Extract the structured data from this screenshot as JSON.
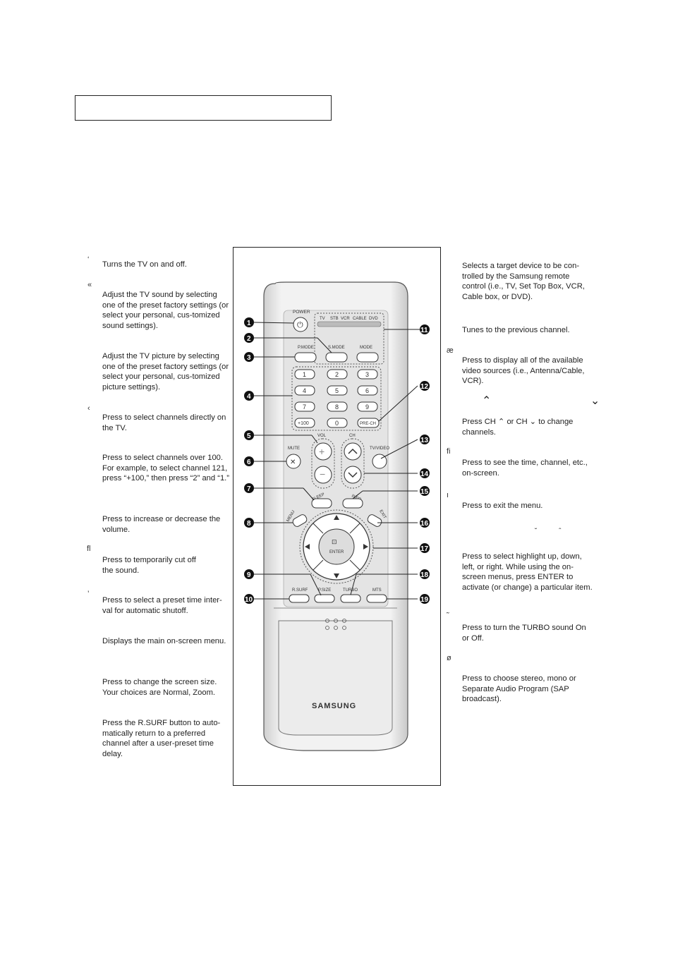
{
  "left_column": [
    {
      "mark": "‘",
      "text": "Turns the TV on and off."
    },
    {
      "mark": "«",
      "text": "Adjust the TV sound by selecting one of the preset factory settings (or select your personal, cus-tomized sound settings)."
    },
    {
      "mark": "",
      "text": "Adjust the TV picture by selecting one of the preset factory settings (or select your personal, cus-tomized picture settings)."
    },
    {
      "mark": "‹",
      "text": "Press to select channels directly on the TV."
    },
    {
      "mark": "",
      "text": "Press to select channels over 100. For example, to select channel 121, press “+100,” then press “2” and “1.”"
    },
    {
      "mark": "",
      "text": "Press to increase or decrease the volume."
    },
    {
      "mark": "ﬂ",
      "text": "Press to temporarily cut off the sound."
    },
    {
      "mark": "’",
      "text": "Press to select a preset time inter-val for automatic shutoff."
    },
    {
      "mark": "",
      "text": "Displays the main on-screen menu."
    },
    {
      "mark": "",
      "text": "Press to change the screen size. Your choices are Normal, Zoom."
    },
    {
      "mark": "",
      "text": "Press the R.SURF button to auto-matically return to a preferred channel after a user-preset time delay."
    }
  ],
  "right_column": [
    {
      "mark": "",
      "text": "Selects a target device to be con-trolled by the Samsung remote control (i.e., TV, Set Top Box, VCR, Cable box, or DVD)."
    },
    {
      "mark": "",
      "text": "Tunes to the previous channel."
    },
    {
      "mark": "æ",
      "text": "Press to display all of the available video sources (i.e., Antenna/Cable, VCR)."
    },
    {
      "mark": "",
      "text": "Press CH ⌃ or CH ⌄ to change channels."
    },
    {
      "mark": "ﬁ",
      "text": "Press to see the time, channel, etc., on-screen."
    },
    {
      "mark": "ı",
      "text": "Press to exit the menu."
    },
    {
      "mark": "",
      "text": "Press to select highlight up, down, left, or right. While using the on-screen menus, press ENTER to activate (or change) a particular item."
    },
    {
      "mark": "˜",
      "text": "Press to turn the TURBO sound On or Off."
    },
    {
      "mark": "ø",
      "text": "Press to choose stereo, mono or Separate Audio Program (SAP broadcast)."
    }
  ],
  "chevrons_line": "⌃ ⌄",
  "tiny_marks": "˘ ˆ",
  "remote": {
    "power_label": "POWER",
    "device_modes": [
      "TV",
      "STB",
      "VCR",
      "CABLE",
      "DVD"
    ],
    "pmode_label": "P.MODE",
    "smode_label": "S.MODE",
    "mode_label": "MODE",
    "digits": [
      "1",
      "2",
      "3",
      "4",
      "5",
      "6",
      "7",
      "8",
      "9",
      "+100",
      "0"
    ],
    "prech_label": "PRE-CH",
    "vol_label": "VOL",
    "ch_label": "CH",
    "mute_label": "MUTE",
    "tvvideo_label": "TV/VIDEO",
    "sleep_label": "SLEEP",
    "info_label": "INFO",
    "menu_label": "MENU",
    "exit_label": "EXIT",
    "enter_label": "ENTER",
    "rsurf_label": "R.SURF",
    "psize_label": "P.SIZE",
    "turbo_label": "TURBO",
    "mts_label": "MTS",
    "brand": "SAMSUNG"
  },
  "callouts": [
    "1",
    "2",
    "3",
    "4",
    "5",
    "6",
    "7",
    "8",
    "9",
    "10",
    "11",
    "12",
    "13",
    "14",
    "15",
    "16",
    "17",
    "18",
    "19"
  ]
}
